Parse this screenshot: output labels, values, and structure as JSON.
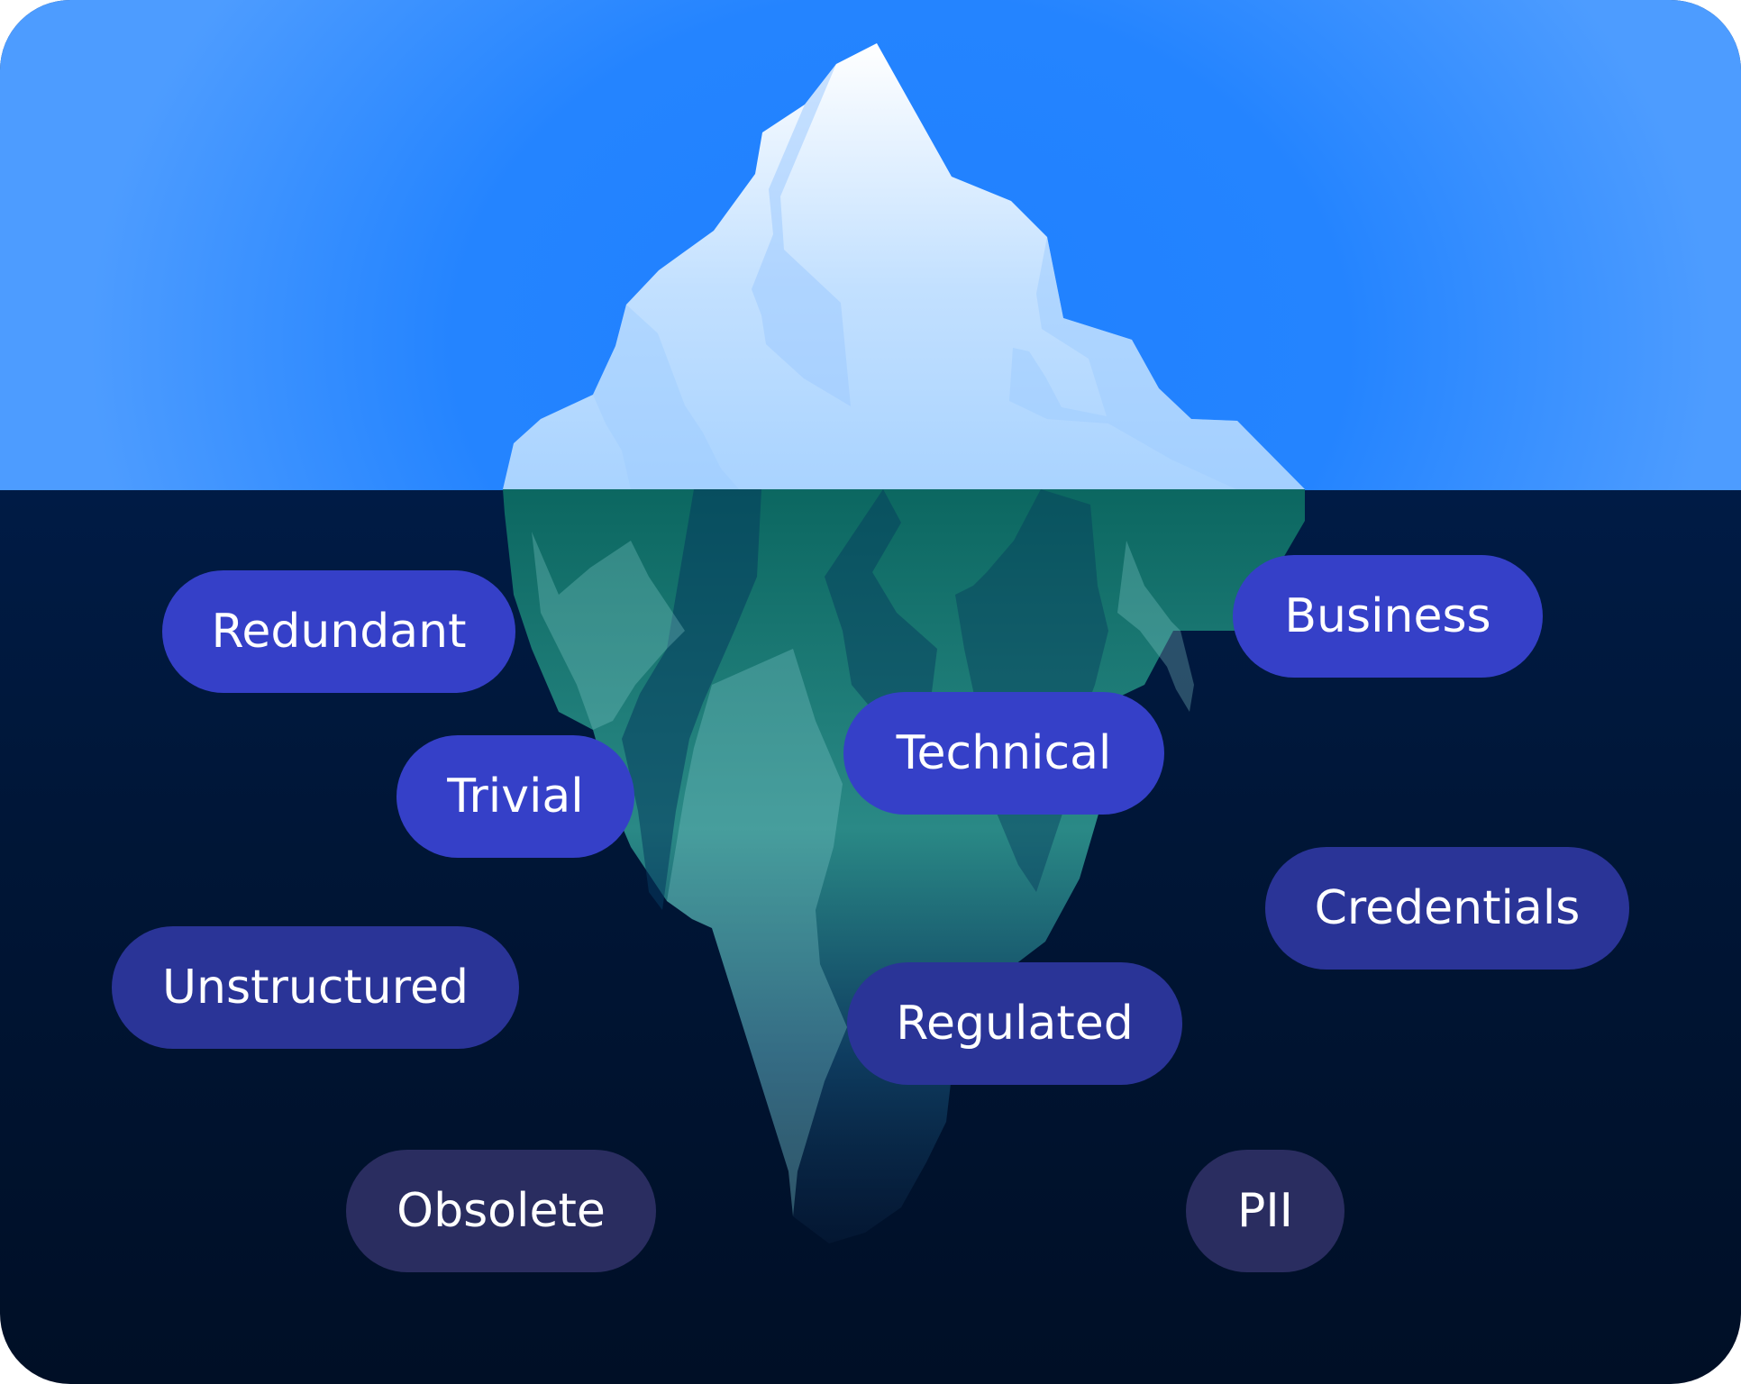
{
  "colors": {
    "sky": "#2484ff",
    "water_top": "#00235a",
    "water_bottom": "#000f26",
    "pill_bright": "#3540c8",
    "pill_mid": "#2a3497",
    "pill_dark": "#2a2d60",
    "label_text": "#ffffff"
  },
  "labels": {
    "redundant": "Redundant",
    "trivial": "Trivial",
    "unstructured": "Unstructured",
    "obsolete": "Obsolete",
    "business": "Business",
    "technical": "Technical",
    "credentials": "Credentials",
    "regulated": "Regulated",
    "pii": "PII"
  }
}
